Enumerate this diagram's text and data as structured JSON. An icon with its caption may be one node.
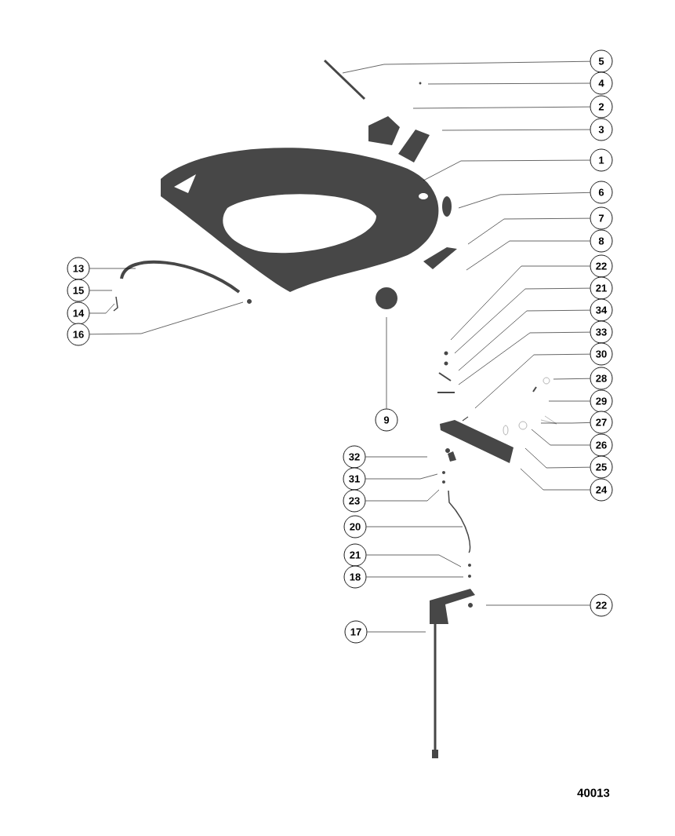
{
  "diagram": {
    "nodes": [
      {
        "text": [
          "5"
        ]
      },
      {
        "text": [
          "4"
        ]
      },
      {
        "text": [
          "2"
        ]
      },
      {
        "text": [
          "3"
        ]
      },
      {
        "text": [
          "1"
        ]
      },
      {
        "text": [
          "6"
        ]
      },
      {
        "text": [
          "7"
        ]
      },
      {
        "text": [
          "8"
        ]
      },
      {
        "text": [
          "22"
        ]
      },
      {
        "text": [
          "21"
        ]
      },
      {
        "text": [
          "34"
        ]
      },
      {
        "text": [
          "33"
        ]
      },
      {
        "text": [
          "30"
        ]
      },
      {
        "text": [
          "28"
        ]
      },
      {
        "text": [
          "29"
        ]
      },
      {
        "text": [
          "27"
        ]
      },
      {
        "text": [
          "26"
        ]
      },
      {
        "text": [
          "25"
        ]
      },
      {
        "text": [
          "24"
        ]
      },
      {
        "text": [
          "13"
        ]
      },
      {
        "text": [
          "15"
        ]
      },
      {
        "text": [
          "14"
        ]
      },
      {
        "text": [
          "16"
        ]
      },
      {
        "text": [
          "9"
        ]
      },
      {
        "text": [
          "32"
        ]
      },
      {
        "text": [
          "31"
        ]
      },
      {
        "text": [
          "23"
        ]
      },
      {
        "text": [
          "20"
        ]
      },
      {
        "text": [
          "21"
        ]
      },
      {
        "text": [
          "18"
        ]
      },
      {
        "text": [
          "22"
        ]
      },
      {
        "text": [
          "17"
        ]
      }
    ],
    "edges": [
      {
        "from": 0,
        "to": null,
        "arrow": "none"
      },
      {
        "from": 1,
        "to": null,
        "arrow": "none"
      },
      {
        "from": 2,
        "to": null,
        "arrow": "none"
      },
      {
        "from": 3,
        "to": null,
        "arrow": "none"
      },
      {
        "from": 4,
        "to": null,
        "arrow": "none"
      },
      {
        "from": 5,
        "to": null,
        "arrow": "none"
      },
      {
        "from": 6,
        "to": null,
        "arrow": "none"
      },
      {
        "from": 7,
        "to": null,
        "arrow": "none"
      },
      {
        "from": 8,
        "to": null,
        "arrow": "none"
      },
      {
        "from": 9,
        "to": null,
        "arrow": "none"
      },
      {
        "from": 10,
        "to": null,
        "arrow": "none"
      },
      {
        "from": 11,
        "to": null,
        "arrow": "none"
      },
      {
        "from": 12,
        "to": null,
        "arrow": "none"
      },
      {
        "from": 13,
        "to": null,
        "arrow": "none"
      },
      {
        "from": 14,
        "to": null,
        "arrow": "none"
      },
      {
        "from": 15,
        "to": null,
        "arrow": "none"
      },
      {
        "from": 16,
        "to": null,
        "arrow": "none"
      },
      {
        "from": 17,
        "to": null,
        "arrow": "none"
      },
      {
        "from": 18,
        "to": null,
        "arrow": "none"
      },
      {
        "from": 19,
        "to": null,
        "arrow": "none"
      },
      {
        "from": 20,
        "to": null,
        "arrow": "none"
      },
      {
        "from": 21,
        "to": null,
        "arrow": "none"
      },
      {
        "from": 22,
        "to": null,
        "arrow": "none"
      },
      {
        "from": 23,
        "to": null,
        "arrow": "none"
      },
      {
        "from": 24,
        "to": null,
        "arrow": "none"
      },
      {
        "from": 25,
        "to": null,
        "arrow": "none"
      },
      {
        "from": 26,
        "to": null,
        "arrow": "none"
      },
      {
        "from": 27,
        "to": null,
        "arrow": "none"
      },
      {
        "from": 28,
        "to": null,
        "arrow": "none"
      },
      {
        "from": 29,
        "to": null,
        "arrow": "none"
      },
      {
        "from": 30,
        "to": null,
        "arrow": "none"
      },
      {
        "from": 31,
        "to": null,
        "arrow": "none"
      }
    ],
    "labels": [
      "40013"
    ]
  }
}
